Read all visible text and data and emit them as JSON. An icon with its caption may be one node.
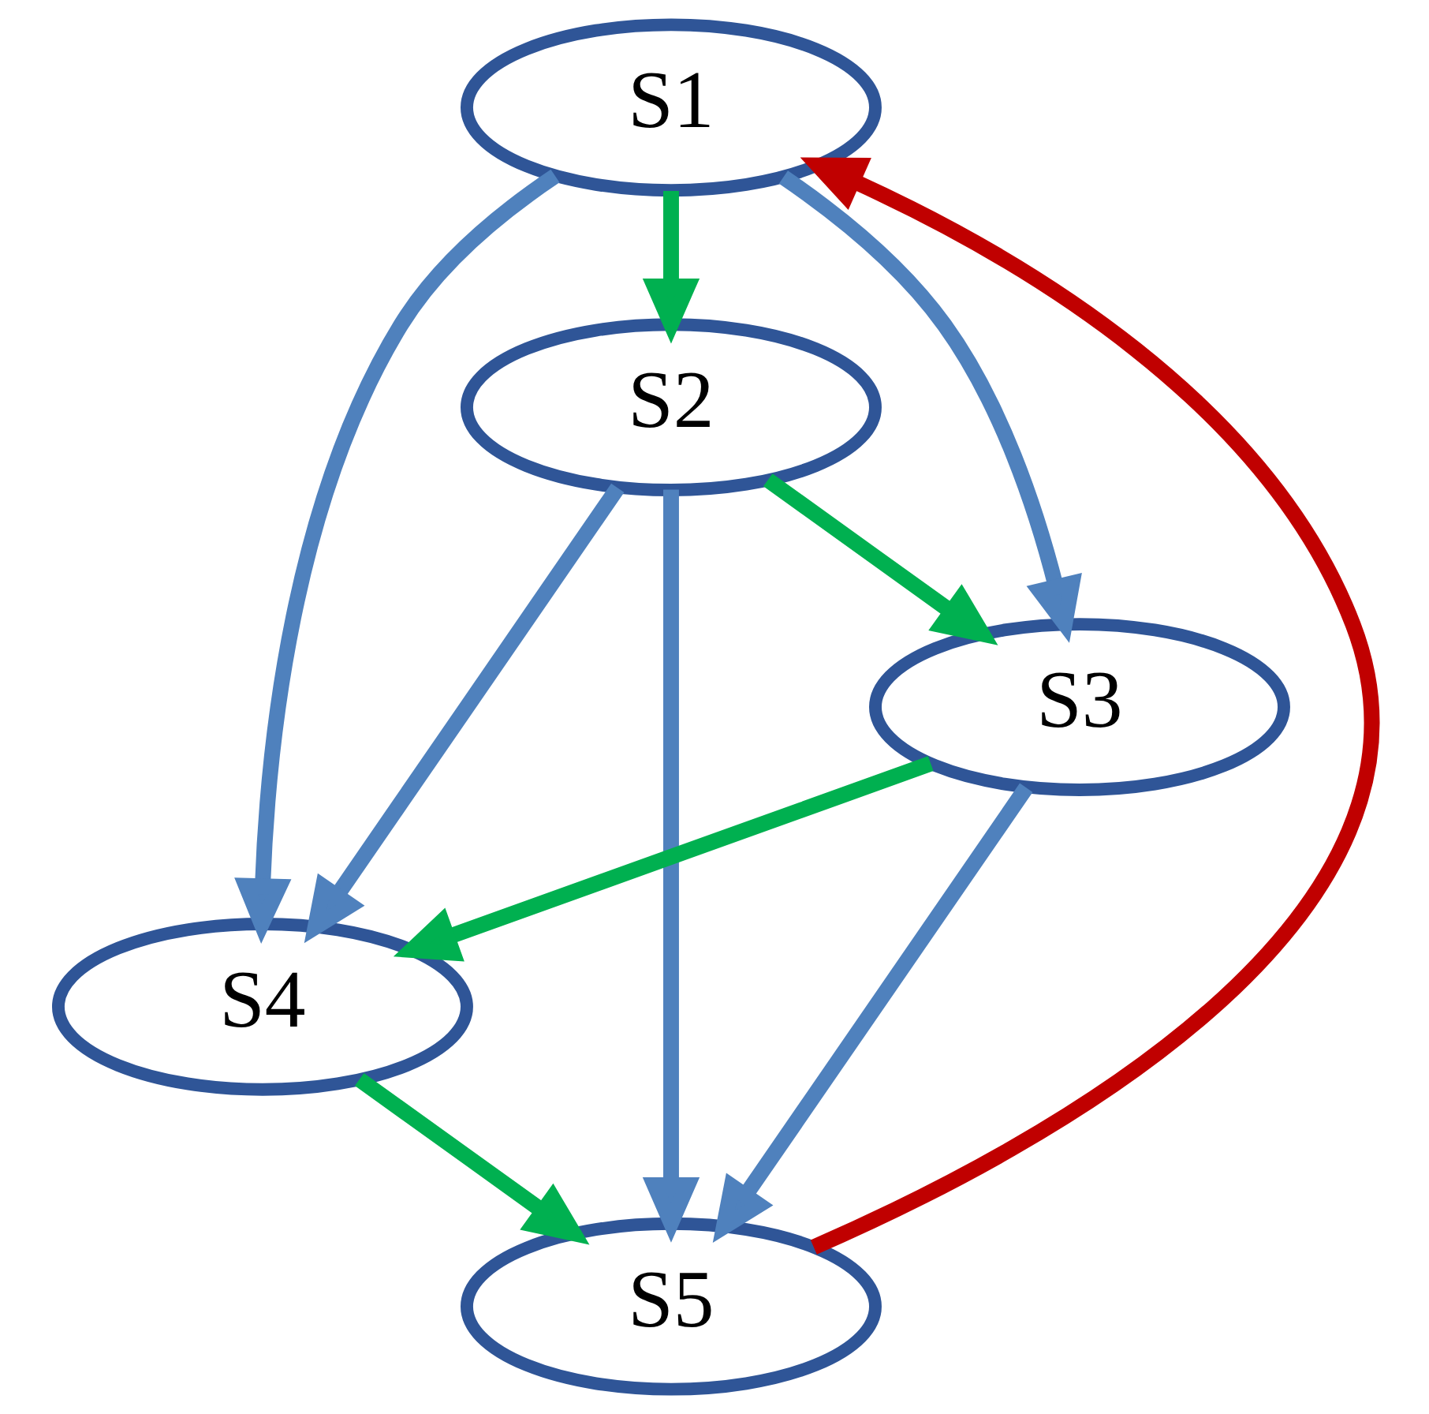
{
  "diagram": {
    "nodes": [
      {
        "text": [
          "S1"
        ]
      },
      {
        "text": [
          "S2"
        ]
      },
      {
        "text": [
          "S3"
        ]
      },
      {
        "text": [
          "S4"
        ]
      },
      {
        "text": [
          "S5"
        ]
      }
    ],
    "edges": [
      {
        "from": 0,
        "to": 1,
        "arrow": "to",
        "color": "#00b050"
      },
      {
        "from": 1,
        "to": 2,
        "arrow": "to",
        "color": "#00b050"
      },
      {
        "from": 2,
        "to": 3,
        "arrow": "to",
        "color": "#00b050"
      },
      {
        "from": 3,
        "to": 4,
        "arrow": "to",
        "color": "#00b050"
      },
      {
        "from": 0,
        "to": 2,
        "arrow": "to"
      },
      {
        "from": 0,
        "to": 3,
        "arrow": "to"
      },
      {
        "from": 1,
        "to": 3,
        "arrow": "to"
      },
      {
        "from": 1,
        "to": 4,
        "arrow": "to"
      },
      {
        "from": 2,
        "to": 4,
        "arrow": "to"
      },
      {
        "from": 4,
        "to": 0,
        "arrow": "to",
        "color": "#c00000"
      }
    ]
  }
}
